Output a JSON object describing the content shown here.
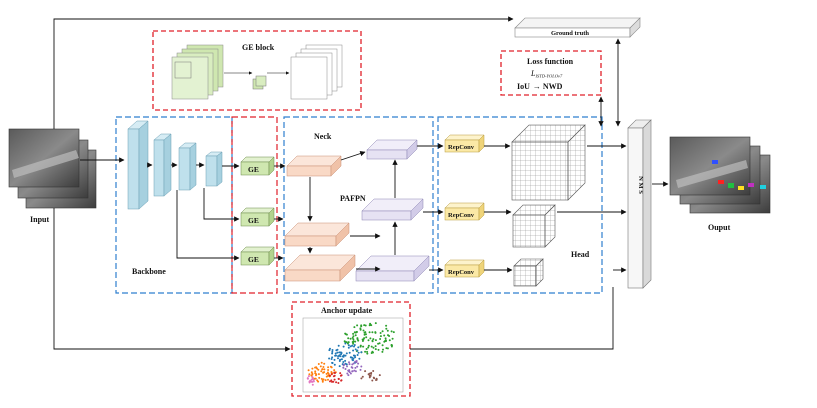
{
  "labels": {
    "input": "Input",
    "output": "Ouput",
    "ground_truth": "Ground truth",
    "ge_block": "GE block",
    "loss_title": "Loss function",
    "loss_formula_main": "L",
    "loss_formula_sub": "ISTD-YOLOv7",
    "loss_iou": "IoU",
    "loss_arrow": "→",
    "loss_nwd": "NWD",
    "neck": "Neck",
    "pafpn": "PAFPN",
    "backbone": "Backbone",
    "head": "Head",
    "nms": "N M S",
    "anchor_update": "Anchor update"
  },
  "ge_modules": [
    "GE",
    "GE",
    "GE"
  ],
  "repconv_modules": [
    "RepConv",
    "RepConv",
    "RepConv"
  ],
  "colors": {
    "red_dash": "#e0202a",
    "blue_dash": "#2f7fcf",
    "backbone_block": "#bfe0ec",
    "ge_block": "#cfe7b0",
    "neck_block": "#f9d9c6",
    "pafpn_block": "#e6e2f3",
    "repconv_block": "#fbe9a6",
    "output_boxes": [
      "#ff2020",
      "#20c040",
      "#ffe020",
      "#20d0e0",
      "#c030c0",
      "#3050ff"
    ]
  }
}
